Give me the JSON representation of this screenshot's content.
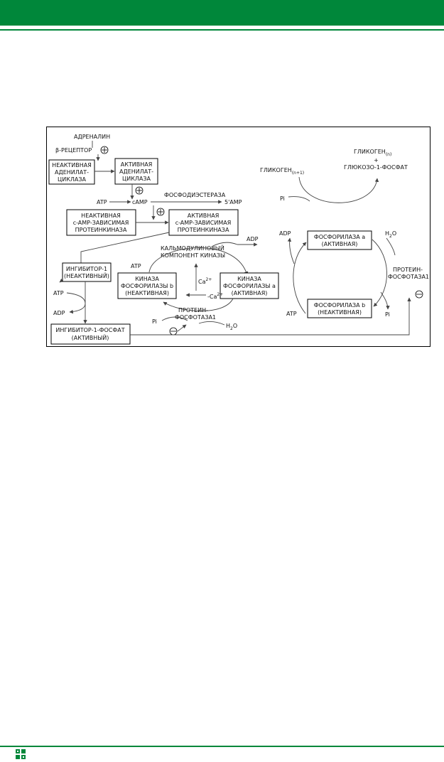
{
  "colors": {
    "accent": "#00873a",
    "ink": "#000000",
    "arrow": "#444444"
  },
  "diagram": {
    "adrenaline": "АДРЕНАЛИН",
    "beta_receptor": "β-РЕЦЕПТОР",
    "inactive_ac": [
      "НЕАКТИВНАЯ",
      "АДЕНИЛАТ-",
      "ЦИКЛАЗА"
    ],
    "active_ac": [
      "АКТИВНАЯ",
      "АДЕНИЛАТ-",
      "ЦИКЛАЗА"
    ],
    "atp": "ATP",
    "camp": "cAMP",
    "phosphodiesterase": "ФОСФОДИЭСТЕРАЗА",
    "amp5": "5'AMP",
    "inactive_pk": [
      "НЕАКТИВНАЯ",
      "c-AMP-ЗАВИСИМАЯ",
      "ПРОТЕИНКИНАЗА"
    ],
    "active_pk": [
      "АКТИВНАЯ",
      "c-AMP-ЗАВИСИМАЯ",
      "ПРОТЕИНКИНАЗА"
    ],
    "adp": "ADP",
    "calmodulin": [
      "КАЛЬМОДУЛИНОВЫЙ",
      "КОМПОНЕНТ КИНАЗЫ"
    ],
    "inhibitor_inactive": [
      "ИНГИБИТОР-1",
      "(НЕАКТИВНЫЙ)"
    ],
    "kinase_b": [
      "КИНАЗА",
      "ФОСФОРИЛАЗЫ b",
      "(НЕАКТИВНАЯ)"
    ],
    "kinase_a": [
      "КИНАЗА",
      "ФОСФОРИЛАЗЫ a",
      "(АКТИВНАЯ)"
    ],
    "ca_plus_base": "Ca",
    "ca_minus_base": "-Ca",
    "ca_sup": "2+",
    "pi": "Pi",
    "h2o_h": "H",
    "h2o_sub": "2",
    "h2o_o": "O",
    "phosphatase": [
      "ПРОТЕИН-",
      "ФОСФОТАЗА1"
    ],
    "inhibitor_active": [
      "ИНГИБИТОР-1-ФОСФАТ",
      "(АКТИВНЫЙ)"
    ],
    "glycogen_n_base": "ГЛИКОГЕН",
    "glycogen_n_sub": "(n)",
    "glycogen_n1_base": "ГЛИКОГЕН",
    "glycogen_n1_sub": "(n+1)",
    "plus_sign": "+",
    "glucose1p": "ГЛЮКОЗО-1-ФОСФАТ",
    "phosphorylase_a": [
      "ФОСФОРИЛАЗА a",
      "(АКТИВНАЯ)"
    ],
    "phosphorylase_b": [
      "ФОСФОРИЛАЗА b",
      "(НЕАКТИВНАЯ)"
    ],
    "plus_symbol": "+",
    "minus_symbol": "−"
  }
}
